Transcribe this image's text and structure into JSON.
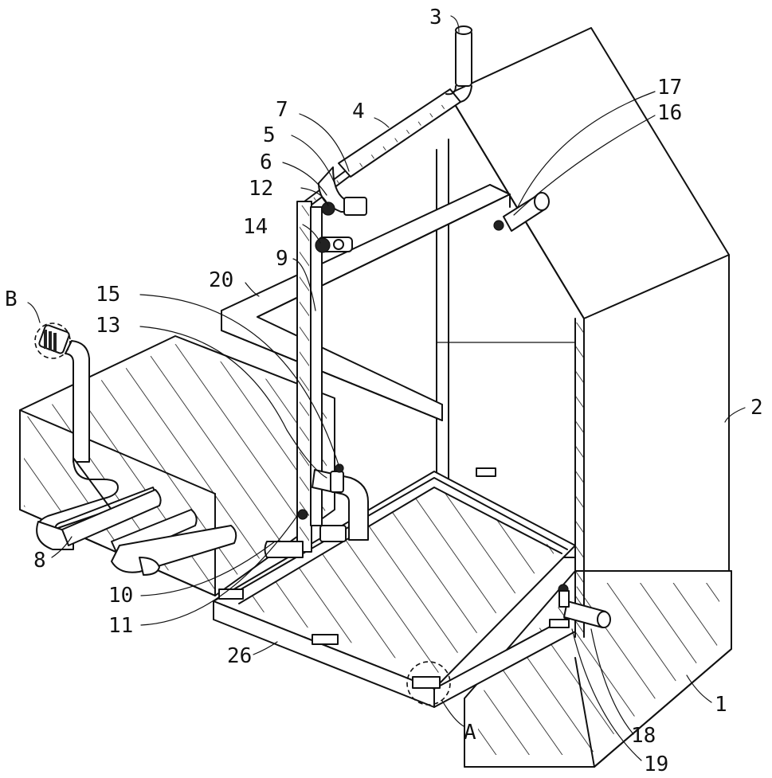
{
  "labels": {
    "l1": "1",
    "l2": "2",
    "l3": "3",
    "l4": "4",
    "l5": "5",
    "l6": "6",
    "l7": "7",
    "l8": "8",
    "l9": "9",
    "l10": "10",
    "l11": "11",
    "l12": "12",
    "l13": "13",
    "l14": "14",
    "l15": "15",
    "l16": "16",
    "l17": "17",
    "l18": "18",
    "l19": "19",
    "l20": "20",
    "l26": "26",
    "lA": "A",
    "lB": "B"
  }
}
